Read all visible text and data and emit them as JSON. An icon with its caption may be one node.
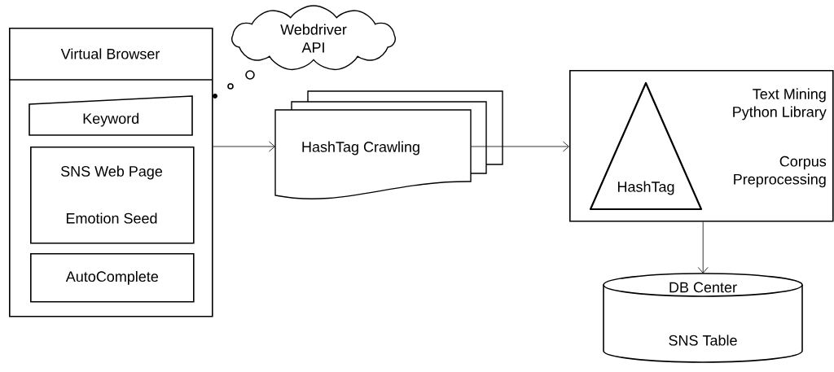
{
  "diagram": {
    "nodes": [
      {
        "text": [
          "Virtual Browser"
        ]
      },
      {
        "text": [
          "Keyword"
        ],
        "in": 0
      },
      {
        "text": [
          "SNS Web Page",
          "Emotion Seed"
        ],
        "in": 0
      },
      {
        "text": [
          "AutoComplete"
        ],
        "in": 0
      },
      {
        "text": [
          "Webdriver API"
        ]
      },
      {
        "text": [
          "HashTag Crawling"
        ]
      },
      {
        "text": [
          "Text Mining Python Library",
          "Corpus Preprocessing"
        ]
      },
      {
        "text": [
          "HashTag"
        ],
        "in": 6
      },
      {
        "text": [
          "DB Center",
          "SNS Table"
        ]
      }
    ],
    "edges": [
      {
        "from": 0,
        "to": 5,
        "arrow": "to"
      },
      {
        "from": 5,
        "to": 6,
        "arrow": "to"
      },
      {
        "from": 6,
        "to": 8,
        "arrow": "to"
      }
    ]
  }
}
